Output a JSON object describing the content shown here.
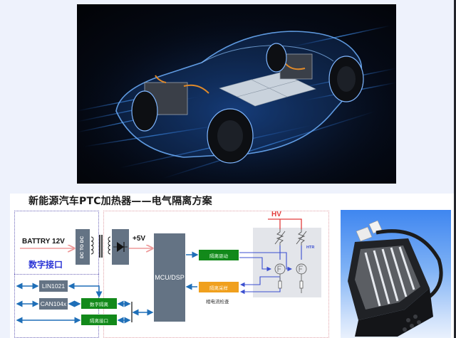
{
  "hero_image": {
    "alt": "transparent electric vehicle chassis with battery pack",
    "colors": {
      "glow": "#3a8cff",
      "accent": "#e08a2a",
      "background": "#04070f"
    }
  },
  "diagram": {
    "title": "新能源汽车PTC加热器——电气隔离方案",
    "battery_label": "BATTRY 12V",
    "dc_to_dc_label": "DC TO DC",
    "plus5v_label": "+5V",
    "digital_interface_label": "数字接口",
    "lin_label": "LIN1021",
    "can_label": "CAN104x",
    "digital_isolation_label": "数字隔离",
    "isolated_interface_label": "隔离接口",
    "mcu_label": "MCU/DSP",
    "isolated_drive_label": "隔离驱动",
    "isolated_sampling_label": "隔离采样",
    "phase_current_label": "相电流检查",
    "hv_label": "HV",
    "htr_label": "HTR",
    "colors": {
      "grey_block": "#647384",
      "green_block": "#12891a",
      "orange_block": "#f0a01e",
      "arrow_blue": "#1f6fb8",
      "signal_blue": "#3b4fd0",
      "power_pink": "#ee9a9a",
      "hv_red": "#e23b3b",
      "interface_label_blue": "#2b35d6"
    }
  },
  "product_image": {
    "alt": "PTC heater unit with wiring harness and connectors"
  }
}
